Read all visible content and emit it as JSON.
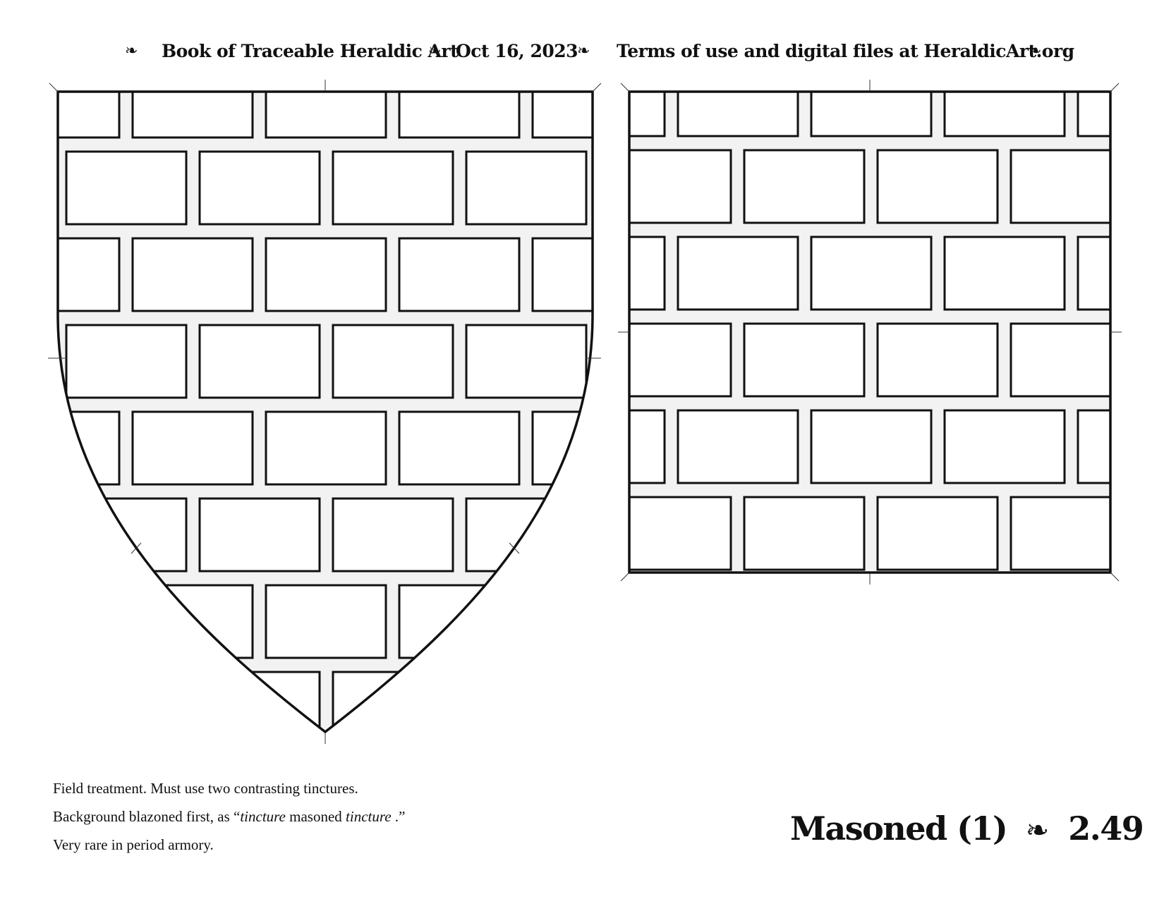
{
  "header": {
    "fleuron": "❧",
    "book_title": "Book of Traceable Heraldic Art",
    "date": "Oct 16, 2023",
    "terms": "Terms of use and digital files at HeraldicArt.org"
  },
  "notes": {
    "line1": "Field treatment. Must use two contrasting tinctures.",
    "line2_prefix": "Background blazoned first, as “",
    "line2_term1": "tincture",
    "line2_middle": " masoned ",
    "line2_term2": "tincture",
    "line2_suffix": " .”",
    "line3": "Very rare in period armory."
  },
  "plate": {
    "name": "Masoned (1)",
    "fleuron": "❧",
    "number": "2.49"
  },
  "colors": {
    "mortar": "#f2f2f2",
    "stone": "#ffffff",
    "outline": "#111111"
  }
}
